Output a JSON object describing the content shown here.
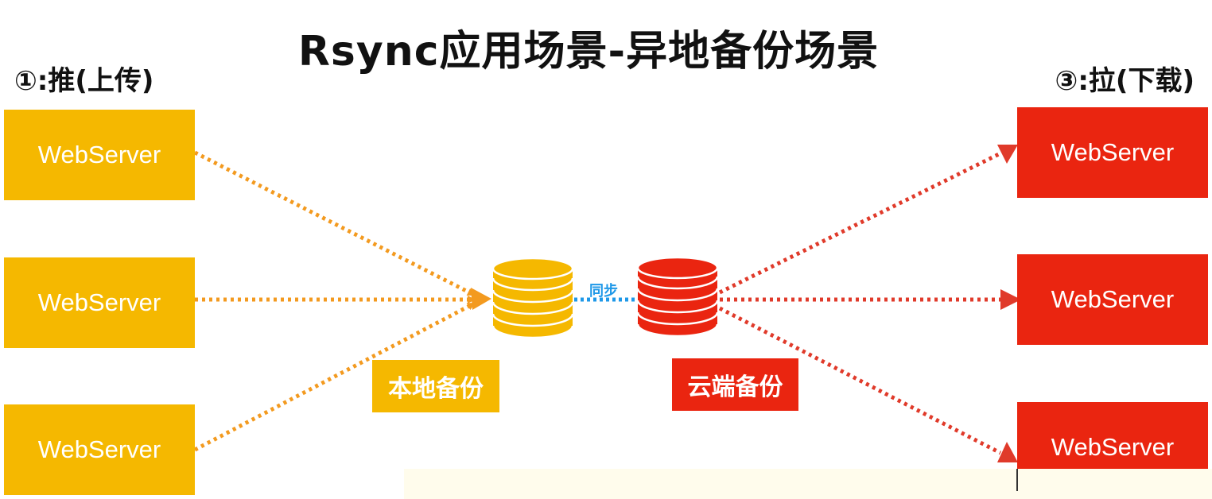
{
  "title": "Rsync应用场景-异地备份场景",
  "left_label": "①:推(上传)",
  "right_label": "③:拉(下载)",
  "left_servers": [
    {
      "label": "WebServer"
    },
    {
      "label": "WebServer"
    },
    {
      "label": "WebServer"
    }
  ],
  "right_servers": [
    {
      "label": "WebServer"
    },
    {
      "label": "WebServer"
    },
    {
      "label": "WebServer"
    }
  ],
  "local_backup_label": "本地备份",
  "cloud_backup_label": "云端备份",
  "sync_label": "同步",
  "colors": {
    "push": "#f5b800",
    "push_arrow": "#f39a1f",
    "pull": "#ea2510",
    "pull_arrow": "#e03a2a",
    "sync": "#1e98e8"
  }
}
